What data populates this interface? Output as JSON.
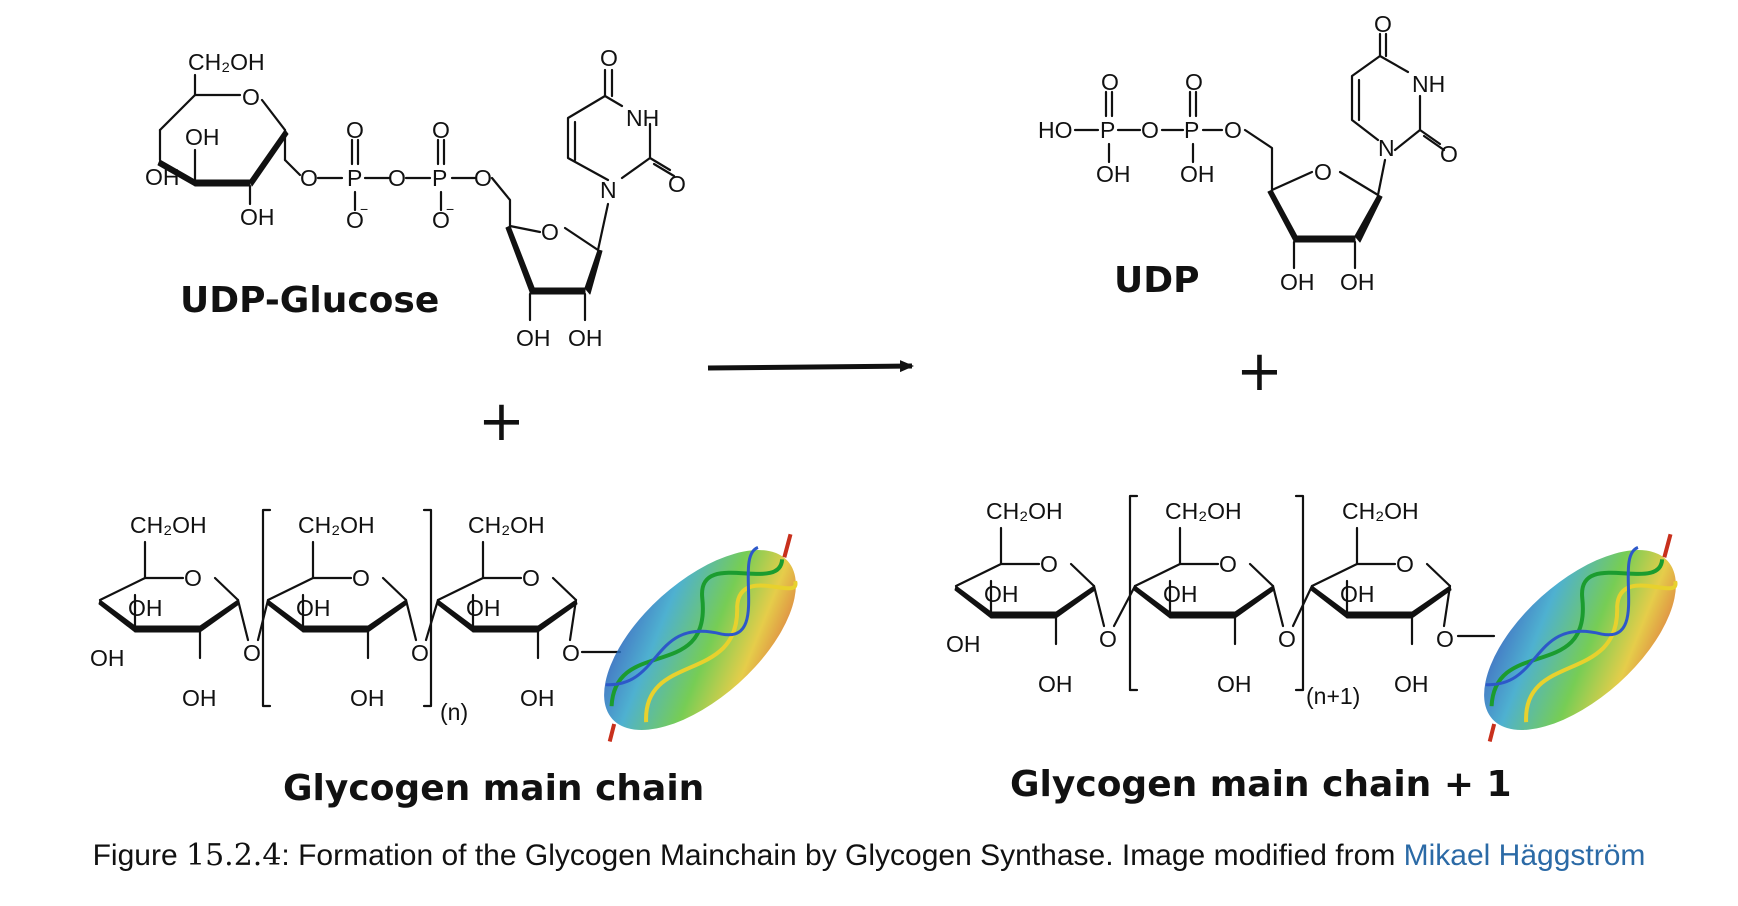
{
  "reactants": {
    "udp_glucose": {
      "name": "UDP-Glucose",
      "atoms": {
        "ch2oh": "CH₂OH",
        "ring_o": "O",
        "oh_a": "OH",
        "oh_b": "OH",
        "oh_c": "OH",
        "o_link1": "O",
        "p1": "P",
        "o_link2": "O",
        "p2": "P",
        "o_link3": "O",
        "p1_o_top": "O",
        "p1_o_bottom": "O",
        "p2_o_top": "O",
        "p2_o_bottom": "O",
        "minus": "−",
        "ribose_o": "O",
        "n": "N",
        "nh": "NH",
        "uracil_o_top": "O",
        "uracil_o_right": "O",
        "ribose_oh1": "OH",
        "ribose_oh2": "OH"
      }
    },
    "glycogen": {
      "name": "Glycogen main chain",
      "repeat": "(n)"
    }
  },
  "products": {
    "udp": {
      "name": "UDP",
      "atoms": {
        "ho": "HO",
        "p1": "P",
        "o_link1": "O",
        "p2": "P",
        "o_link2": "O",
        "p1_o_top": "O",
        "p2_o_top": "O",
        "p1_oh": "OH",
        "p2_oh": "OH",
        "ribose_o": "O",
        "n": "N",
        "nh": "NH",
        "uracil_o_top": "O",
        "uracil_o_right": "O",
        "ribose_oh1": "OH",
        "ribose_oh2": "OH"
      }
    },
    "glycogen": {
      "name": "Glycogen main chain + 1",
      "repeat": "(n+1)"
    }
  },
  "glucose_unit": {
    "ch2oh": "CH₂OH",
    "ring_o": "O",
    "oh": "OH",
    "link_o": "O"
  },
  "plus_sign": "+",
  "caption": {
    "prefix": "Figure",
    "number": "15.2.4",
    "text": ": Formation of the Glycogen Mainchain by Glycogen Synthase. Image modified from ",
    "link": "Mikael Häggström"
  }
}
